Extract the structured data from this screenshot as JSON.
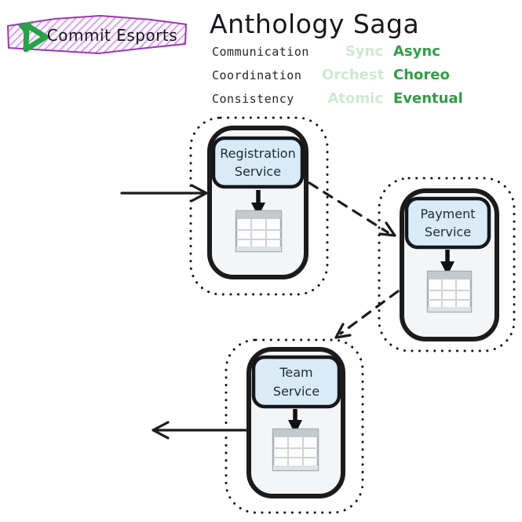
{
  "badge": {
    "label": "Commit Esports",
    "icon": "play-logo-icon"
  },
  "title": "Anthology Saga",
  "legend": {
    "rows": [
      {
        "label": "Communication",
        "inactive": "Sync",
        "active": "Async"
      },
      {
        "label": "Coordination",
        "inactive": "Orchest",
        "active": "Choreo"
      },
      {
        "label": "Consistency",
        "inactive": "Atomic",
        "active": "Eventual"
      }
    ]
  },
  "services": [
    {
      "name": "Registration Service",
      "icon": "database-table-icon",
      "boundary": "dotted"
    },
    {
      "name": "Payment Service",
      "icon": "database-table-icon",
      "boundary": "dotted"
    },
    {
      "name": "Team Service",
      "icon": "database-table-icon",
      "boundary": "dotted"
    }
  ],
  "flow": {
    "edges": [
      {
        "from": "external",
        "to": "Registration Service",
        "style": "solid"
      },
      {
        "from": "Registration Service",
        "to": "Payment Service",
        "style": "dashed"
      },
      {
        "from": "Payment Service",
        "to": "Team Service",
        "style": "dashed"
      },
      {
        "from": "Team Service",
        "to": "external",
        "style": "solid"
      }
    ]
  },
  "colors": {
    "accent_purple": "#9c36b5",
    "hatch_purple": "#d8a4ef",
    "active_green": "#2f9e44",
    "inactive_green": "#cde9d2",
    "service_label_blue": "#d9ebf9",
    "container_fill": "#f4f5f7",
    "stroke_black": "#1b1b1b"
  }
}
